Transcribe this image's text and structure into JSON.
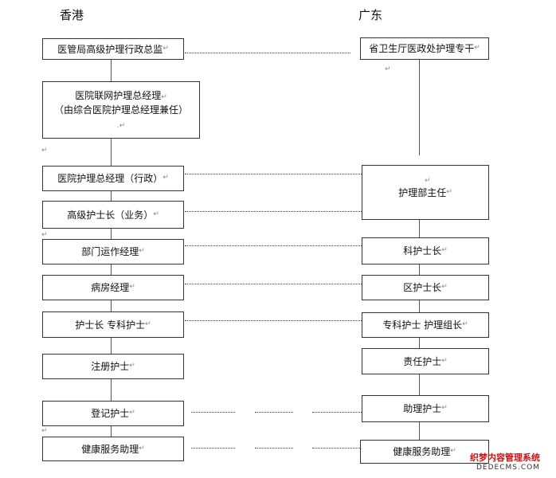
{
  "headings": {
    "left": "香港",
    "right": "广东"
  },
  "hk": [
    "医管局高级护理行政总监",
    "医院联网护理总经理",
    "（由综合医院护理总经理兼任）",
    "医院护理总经理（行政）",
    "高级护士长（业务）",
    "部门运作经理",
    "病房经理",
    "护士长 专科护士",
    "注册护士",
    "登记护士",
    "健康服务助理"
  ],
  "gd": [
    "省卫生厅医政处护理专干",
    "护理部主任",
    "科护士长",
    "区护士长",
    "专科护士 护理组长",
    "责任护士",
    "助理护士",
    "健康服务助理"
  ],
  "watermark": {
    "line1": "织梦内容管理系统",
    "line2": "DEDECMS.COM"
  },
  "marks": {
    "para": "↵",
    "small": ".↵"
  }
}
